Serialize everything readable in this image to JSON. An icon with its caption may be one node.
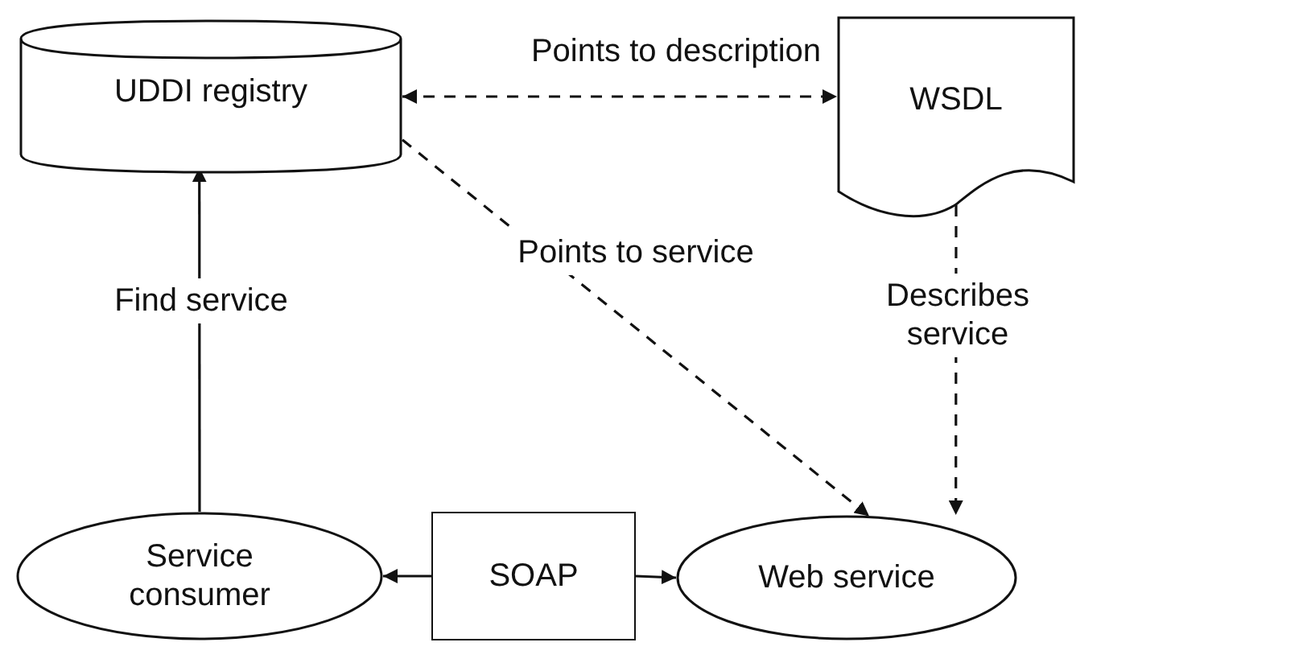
{
  "diagram": {
    "nodes": [
      {
        "text": [
          "UDDI registry"
        ]
      },
      {
        "text": [
          "WSDL"
        ]
      },
      {
        "text": [
          "Service consumer"
        ]
      },
      {
        "text": [
          "SOAP"
        ]
      },
      {
        "text": [
          "Web service"
        ]
      }
    ],
    "edges": [
      {
        "from": 0,
        "to": 1,
        "arrow": "both",
        "style": "dashed",
        "label": "Points to description"
      },
      {
        "from": 0,
        "to": 4,
        "arrow": "to",
        "style": "dashed",
        "label": "Points to service"
      },
      {
        "from": 1,
        "to": 4,
        "arrow": "to",
        "style": "dashed",
        "label": "Describes service"
      },
      {
        "from": 2,
        "to": 0,
        "arrow": "to",
        "label": "Find service"
      },
      {
        "from": 3,
        "to": 2,
        "arrow": "to"
      },
      {
        "from": 3,
        "to": 4,
        "arrow": "to"
      }
    ]
  }
}
